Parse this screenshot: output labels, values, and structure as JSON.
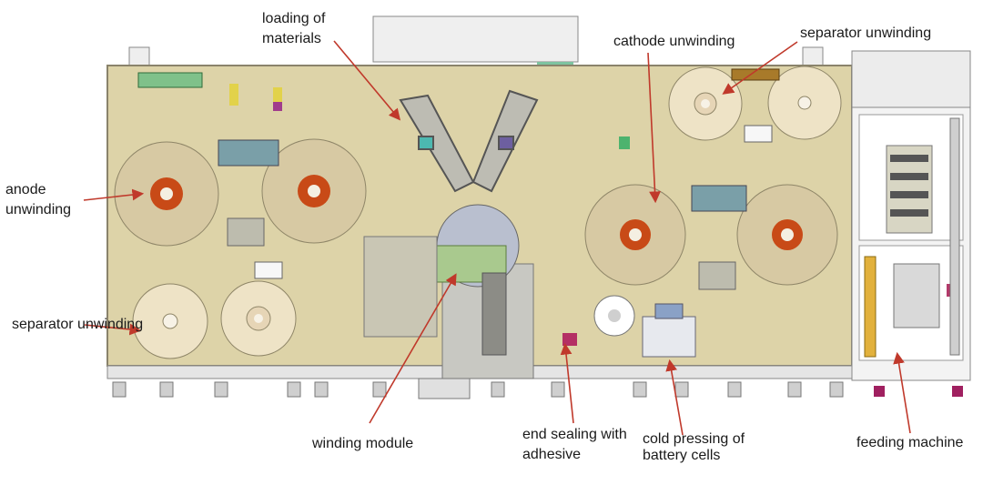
{
  "labels": {
    "loading_of_materials": [
      "loading of",
      "materials"
    ],
    "cathode_unwinding": "cathode unwinding",
    "separator_unwinding_top": "separator unwinding",
    "anode_unwinding": [
      "anode",
      "unwinding"
    ],
    "separator_unwinding_left": "separator unwinding",
    "winding_module": "winding module",
    "end_sealing": [
      "end sealing with",
      "adhesive"
    ],
    "cold_pressing": [
      "cold pressing of",
      "battery cells"
    ],
    "feeding_machine": "feeding machine"
  },
  "colors": {
    "panel": "#ddd3a8",
    "panel_edge": "#8a836b",
    "arrow": "#c0392b",
    "roll_core": "#c84a17",
    "cabinet": "#e9eaea"
  }
}
